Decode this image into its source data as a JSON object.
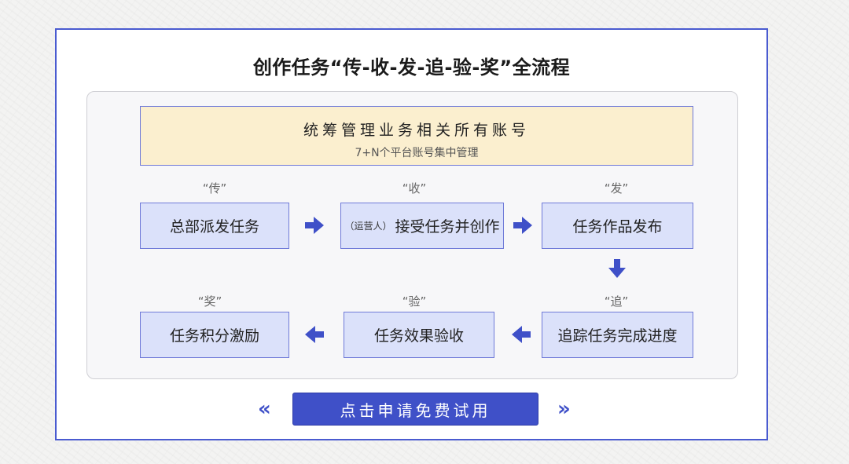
{
  "title": "创作任务“传-收-发-追-验-奖”全流程",
  "banner": {
    "main": "统筹管理业务相关所有账号",
    "sub": "7+N个平台账号集中管理"
  },
  "stages": {
    "chuan": "“传”",
    "shou": "“收”",
    "fa": "“发”",
    "zhui": "“追”",
    "yan": "“验”",
    "jiang": "“奖”"
  },
  "steps": {
    "s1": "总部派发任务",
    "s2_prefix": "（运营人）",
    "s2": "接受任务并创作",
    "s3": "任务作品发布",
    "s4": "追踪任务完成进度",
    "s5": "任务效果验收",
    "s6": "任务积分激励"
  },
  "cta": {
    "label": "点击申请免费试用",
    "left_chevron": "«",
    "right_chevron": "»"
  },
  "colors": {
    "accent": "#3f50c8",
    "box_fill": "#dbe1fa",
    "banner_fill": "#fbefcf"
  },
  "icons": {
    "arrow": "arrow-icon",
    "chevron_left": "chevron-double-left-icon",
    "chevron_right": "chevron-double-right-icon"
  }
}
